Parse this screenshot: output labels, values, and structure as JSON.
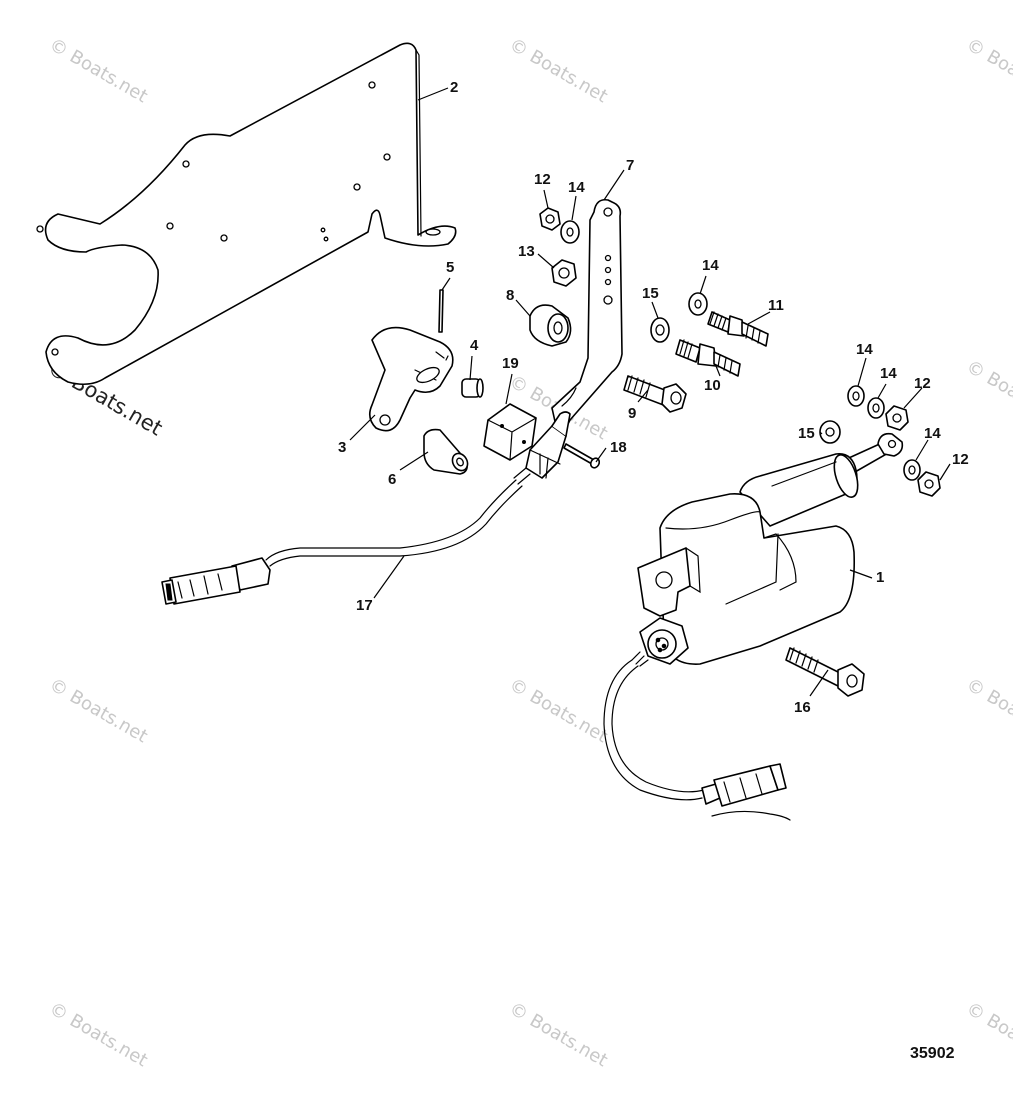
{
  "watermark": {
    "text": "© Boats.net"
  },
  "drawing_number": "35902",
  "callouts": {
    "c1": "1",
    "c2": "2",
    "c3": "3",
    "c4": "4",
    "c5": "5",
    "c6": "6",
    "c7": "7",
    "c8": "8",
    "c9": "9",
    "c10": "10",
    "c11": "11",
    "c12a": "12",
    "c12b": "12",
    "c12c": "12",
    "c13": "13",
    "c14a": "14",
    "c14b": "14",
    "c14c": "14",
    "c14d": "14",
    "c14e": "14",
    "c15a": "15",
    "c15b": "15",
    "c16": "16",
    "c17": "17",
    "c18": "18",
    "c19": "19"
  }
}
